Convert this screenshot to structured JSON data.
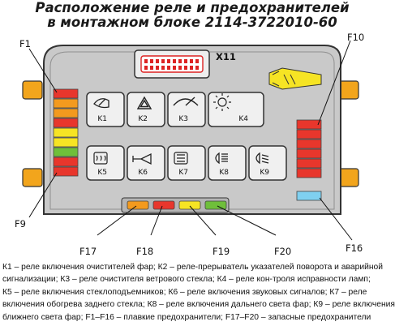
{
  "title": {
    "line1": "Расположение реле и предохранителей",
    "line2": "в монтажном блоке 2114-3722010-60"
  },
  "connector_label": "X11",
  "relays": [
    {
      "label": "K1",
      "icon": "wiper-icon"
    },
    {
      "label": "K2",
      "icon": "hazard-triangle-icon"
    },
    {
      "label": "K3",
      "icon": "windshield-wiper-icon"
    },
    {
      "label": "K4",
      "icon": "lamp-check-icon"
    },
    {
      "label": "K5",
      "icon": "rear-window-heater-icon"
    },
    {
      "label": "K6",
      "icon": "horn-icon"
    },
    {
      "label": "K7",
      "icon": "low-beam-icon"
    },
    {
      "label": "K8",
      "icon": "high-beam-icon"
    },
    {
      "label": "K9",
      "icon": "headlight-icon"
    }
  ],
  "fuse_labels": {
    "f1": "F1",
    "f9": "F9",
    "f10": "F10",
    "f16": "F16",
    "f17": "F17",
    "f18": "F18",
    "f19": "F19",
    "f20": "F20"
  },
  "colors": {
    "block": "#c9c9c9",
    "relay": "#f0f0f0",
    "fuse_red": "#e8362c",
    "fuse_orange": "#f39a1e",
    "fuse_yellow": "#f6e424",
    "fuse_green": "#6fbf3a",
    "fuse_blue": "#7fd0f0",
    "tab": "#f2a51c"
  },
  "legend": {
    "line1": "К1 – реле включения очистителей фар; К2 – реле-прерыватель указателей поворота и аварийной",
    "line2": "сигнализации; К3 – реле очистителя ветрового стекла; К4 – реле кон-троля исправности ламп;",
    "line3": "К5 – реле включения стеклоподъемников; К6 – реле включения звуковых сигналов; К7 – реле",
    "line4": "включения обогрева заднего стекла; К8 – реле включения дальнего света фар; К9 – реле включения",
    "line5": "ближнего света фар; F1–F16 – плавкие предохранители; F17–F20 – запасные предохранители"
  }
}
